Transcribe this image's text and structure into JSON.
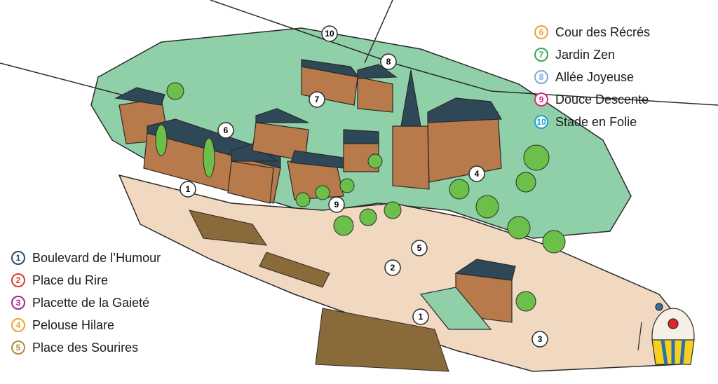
{
  "legend_top": [
    {
      "num": "6",
      "label": "Cour des Récrés",
      "color": "#f0a030"
    },
    {
      "num": "7",
      "label": "Jardin Zen",
      "color": "#2fa84f"
    },
    {
      "num": "8",
      "label": "Allée Joyeuse",
      "color": "#7aa8d8"
    },
    {
      "num": "9",
      "label": "Douce Descente",
      "color": "#e0267a"
    },
    {
      "num": "10",
      "label": "Stade en Folie",
      "color": "#1aa0d8"
    }
  ],
  "legend_bottom": [
    {
      "num": "1",
      "label": "Boulevard de l’Humour",
      "color": "#2a4a6a"
    },
    {
      "num": "2",
      "label": "Place du Rire",
      "color": "#e03a2a"
    },
    {
      "num": "3",
      "label": "Placette de la Gaieté",
      "color": "#a02a8a"
    },
    {
      "num": "4",
      "label": "Pelouse Hilare",
      "color": "#f0a030"
    },
    {
      "num": "5",
      "label": "Place des Sourires",
      "color": "#b08a3a"
    }
  ],
  "map_markers": [
    "10",
    "8",
    "7",
    "6",
    "1",
    "9",
    "4",
    "5",
    "2",
    "1",
    "3"
  ],
  "colors": {
    "grass": "#8fd0a8",
    "plaza": "#f0d9c0",
    "road": "#ffffff",
    "brick": "#b87a4a",
    "roof": "#2f4858",
    "dirt": "#8a6a3a",
    "tree": "#6cc04a"
  },
  "mascot_icon": "clown-egg-icon"
}
